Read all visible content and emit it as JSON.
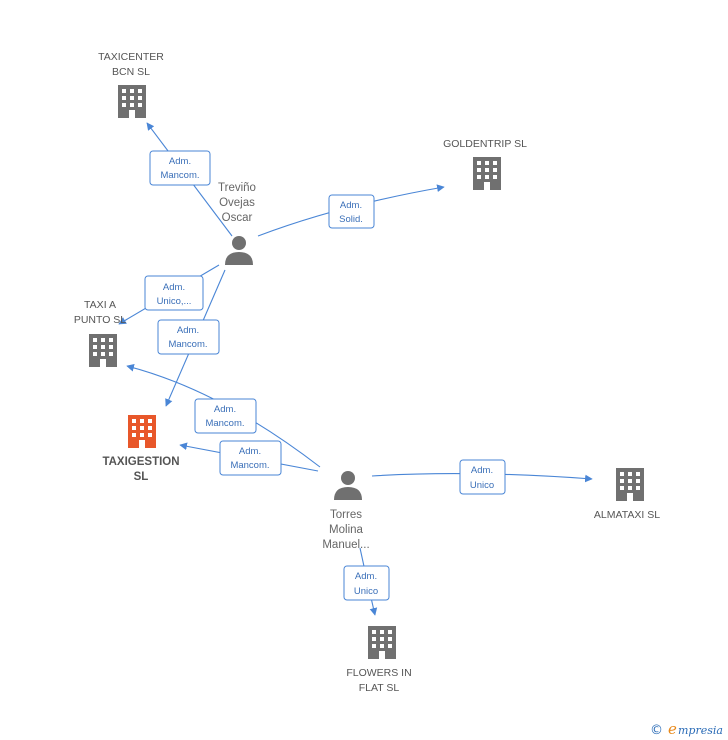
{
  "colors": {
    "edge": "#4a86d6",
    "building": "#707070",
    "building_highlight": "#e8572a",
    "person": "#707070",
    "badge_text": "#3a6fb8",
    "brand_e": "#e8891b"
  },
  "companies": [
    {
      "id": "taxicenter",
      "lines": [
        "TAXICENTER",
        "BCN SL"
      ],
      "highlight": false
    },
    {
      "id": "goldentrip",
      "lines": [
        "GOLDENTRIP SL"
      ],
      "highlight": false
    },
    {
      "id": "taxiapunto",
      "lines": [
        "TAXI A",
        "PUNTO  SL"
      ],
      "highlight": false
    },
    {
      "id": "taxigestion",
      "lines": [
        "TAXIGESTION",
        "SL"
      ],
      "highlight": true
    },
    {
      "id": "almataxi",
      "lines": [
        "ALMATAXI SL"
      ],
      "highlight": false
    },
    {
      "id": "flowers",
      "lines": [
        "FLOWERS IN",
        "FLAT  SL"
      ],
      "highlight": false
    }
  ],
  "persons": [
    {
      "id": "trevino",
      "lines": [
        "Treviño",
        "Ovejas",
        "Oscar"
      ]
    },
    {
      "id": "torres",
      "lines": [
        "Torres",
        "Molina",
        "Manuel..."
      ]
    }
  ],
  "edges": [
    {
      "id": "e1",
      "from": "trevino",
      "to": "taxicenter",
      "lines": [
        "Adm.",
        "Mancom."
      ]
    },
    {
      "id": "e2",
      "from": "trevino",
      "to": "goldentrip",
      "lines": [
        "Adm.",
        "Solid."
      ]
    },
    {
      "id": "e3",
      "from": "trevino",
      "to": "taxiapunto",
      "lines": [
        "Adm.",
        "Unico,..."
      ]
    },
    {
      "id": "e4",
      "from": "trevino",
      "to": "taxigestion",
      "lines": [
        "Adm.",
        "Mancom."
      ]
    },
    {
      "id": "e5",
      "from": "torres",
      "to": "taxiapunto",
      "lines": [
        "Adm.",
        "Mancom."
      ]
    },
    {
      "id": "e6",
      "from": "torres",
      "to": "taxigestion",
      "lines": [
        "Adm.",
        "Mancom."
      ]
    },
    {
      "id": "e7",
      "from": "torres",
      "to": "almataxi",
      "lines": [
        "Adm.",
        "Unico"
      ]
    },
    {
      "id": "e8",
      "from": "torres",
      "to": "flowers",
      "lines": [
        "Adm.",
        "Unico"
      ]
    }
  ],
  "footer": {
    "copyright": "©",
    "brand_initial": "e",
    "brand_rest": "mpresia"
  }
}
